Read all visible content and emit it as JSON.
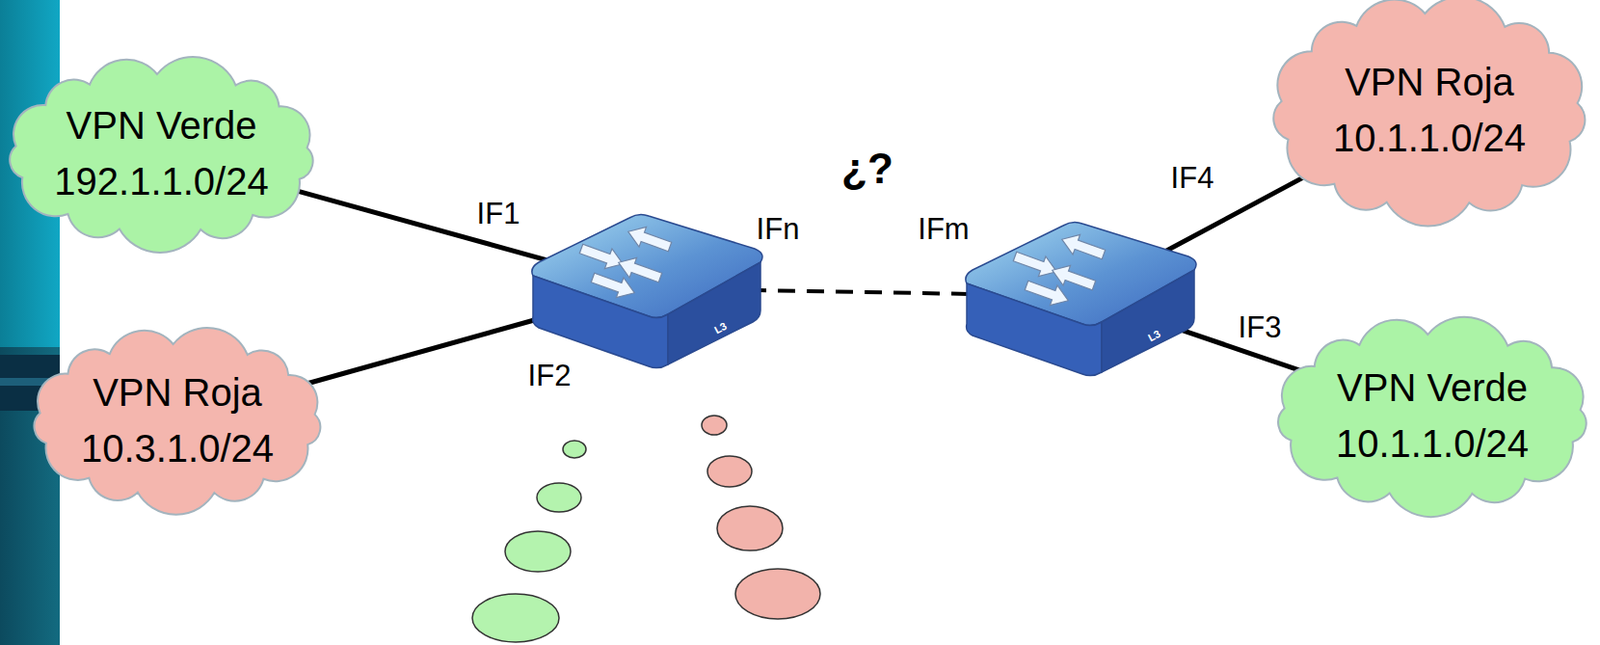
{
  "diagram": {
    "nodes": [
      {
        "text": [
          "VPN Verde",
          "192.1.1.0/24"
        ]
      },
      {
        "text": [
          "VPN Roja",
          "10.3.1.0/24"
        ]
      },
      {
        "text": [
          "L3"
        ]
      },
      {
        "text": [
          "L3"
        ]
      },
      {
        "text": [
          "VPN Roja",
          "10.1.1.0/24"
        ]
      },
      {
        "text": [
          "VPN Verde",
          "10.1.1.0/24"
        ]
      }
    ],
    "edges": [
      {
        "from": 0,
        "to": 2,
        "arrow": "none"
      },
      {
        "from": 1,
        "to": 2,
        "arrow": "none"
      },
      {
        "from": 2,
        "to": 3,
        "arrow": "none"
      },
      {
        "from": 3,
        "to": 4,
        "arrow": "none"
      },
      {
        "from": 3,
        "to": 5,
        "arrow": "none"
      }
    ],
    "labels": [
      "¿?",
      "IFn",
      "IFm",
      "IF1",
      "IF2",
      "IF4",
      "IF3"
    ]
  }
}
